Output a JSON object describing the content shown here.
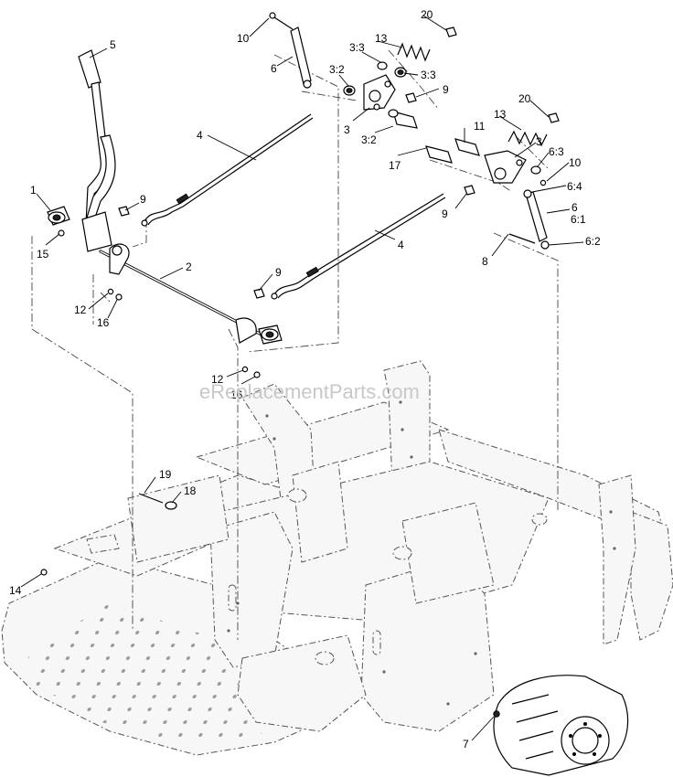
{
  "watermark": "eReplacementParts.com",
  "callouts": {
    "c1": "1",
    "c2": "2",
    "c3a": "3",
    "c3b": "3",
    "c3_2a": "3:2",
    "c3_2b": "3:2",
    "c3_3a": "3:3",
    "c3_3b": "3:3",
    "c4a": "4",
    "c4b": "4",
    "c5": "5",
    "c6a": "6",
    "c6b": "6",
    "c6_1": "6:1",
    "c6_2": "6:2",
    "c6_3": "6:3",
    "c6_4": "6:4",
    "c7": "7",
    "c8": "8",
    "c9a": "9",
    "c9b": "9",
    "c9c": "9",
    "c9d": "9",
    "c10a": "10",
    "c10b": "10",
    "c11": "11",
    "c12a": "12",
    "c12b": "12",
    "c13a": "13",
    "c13b": "13",
    "c14": "14",
    "c15": "15",
    "c16a": "16",
    "c16b": "16",
    "c17": "17",
    "c18": "18",
    "c19": "19",
    "c20a": "20",
    "c20b": "20"
  }
}
